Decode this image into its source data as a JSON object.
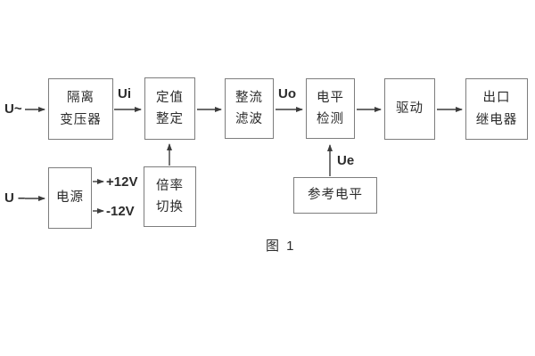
{
  "figure": {
    "caption": "图 1",
    "inputs": {
      "ac": "U~",
      "dc": "U –"
    },
    "signals": {
      "ui": "Ui",
      "uo": "Uo",
      "ue": "Ue"
    },
    "power_rails": {
      "positive": "+12V",
      "negative": "-12V"
    },
    "blocks": {
      "isolation_transformer": {
        "line1": "隔离",
        "line2": "变压器"
      },
      "setting_adjustment": {
        "line1": "定值",
        "line2": "整定"
      },
      "rectifier_filter": {
        "line1": "整流",
        "line2": "滤波"
      },
      "level_detection": {
        "line1": "电平",
        "line2": "检测"
      },
      "driver": {
        "label": "驱动"
      },
      "output_relay": {
        "line1": "出口",
        "line2": "继电器"
      },
      "power_supply": {
        "label": "电源"
      },
      "ratio_switch": {
        "line1": "倍率",
        "line2": "切换"
      },
      "reference_level": {
        "label": "参考电平"
      }
    },
    "colors": {
      "background": "#ffffff",
      "border": "#7d7d7d",
      "text": "#2b2b2b",
      "arrow": "#3c3c3c"
    }
  }
}
